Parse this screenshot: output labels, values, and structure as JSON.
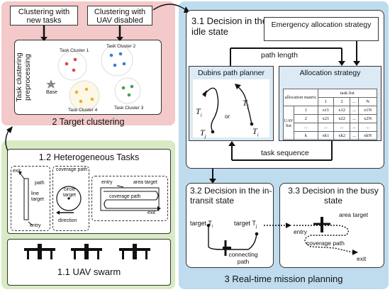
{
  "target_clustering": {
    "tag_new_tasks": "Clustering with new tasks",
    "tag_uav_disabled": "Clustering with UAV disabled",
    "preprocessing_label": "Task clustering preprocessing",
    "clusters": [
      "Task Cluster 1",
      "Task Cluster 2",
      "Task Cluster 3",
      "Task Cluster 4"
    ],
    "base_label": "Base",
    "title": "2 Target clustering"
  },
  "heterogeneous": {
    "title": "1.2 Heterogeneous Tasks",
    "line_exit": "exit",
    "line_path": "path",
    "line_target": "line target",
    "line_entry": "entry",
    "circle_coverage": "coverage path",
    "circle_target": "circle target",
    "circle_direction": "direction",
    "area_entry": "entry",
    "area_target": "area target",
    "area_coverage": "coverage path",
    "area_exit": "exit"
  },
  "swarm": {
    "title": "1.1 UAV swarm"
  },
  "planning": {
    "idle_title": "3.1 Decision in the idle state",
    "emergency": "Emergency allocation strategy",
    "path_length": "path length",
    "dubins": "Dubins path planner",
    "allocation": "Allocation strategy",
    "or": "or",
    "ti": "T",
    "tj": "T",
    "sub_i": "i",
    "sub_j": "j",
    "task_sequence": "task sequence",
    "transit_title": "3.2 Decision in the in-transit state",
    "busy_title": "3.3 Decision in the busy state",
    "target_ti": "target T",
    "target_tj": "target T",
    "connecting_path": "connecting path",
    "busy_area_target": "area target",
    "busy_entry": "entry",
    "busy_coverage": "coverage path",
    "busy_exit": "exit",
    "title": "3 Real-time mission planning"
  },
  "matrix": {
    "corner": "allocation matrix",
    "header": "task list",
    "cols": [
      "1",
      "2",
      "...",
      "N"
    ],
    "row_label": "UAV list",
    "rows": [
      {
        "idx": "1",
        "cells": [
          "x11",
          "x12",
          "...",
          "x1N"
        ]
      },
      {
        "idx": "2",
        "cells": [
          "x21",
          "x22",
          "...",
          "x2N"
        ]
      },
      {
        "idx": "...",
        "cells": [
          "...",
          "...",
          "...",
          "..."
        ]
      },
      {
        "idx": "k",
        "cells": [
          "xk1",
          "xk2",
          "...",
          "xkN"
        ]
      }
    ]
  },
  "colors": {
    "pink_panel": "#f3c9c9",
    "green_panel": "#d8ebc4",
    "blue_panel": "#bfdcef",
    "cluster_dot_red": "#e0463c",
    "cluster_dot_blue": "#3b7fd0",
    "cluster_dot_green": "#3aa64a",
    "cluster_dot_yellow": "#e8b32a"
  }
}
